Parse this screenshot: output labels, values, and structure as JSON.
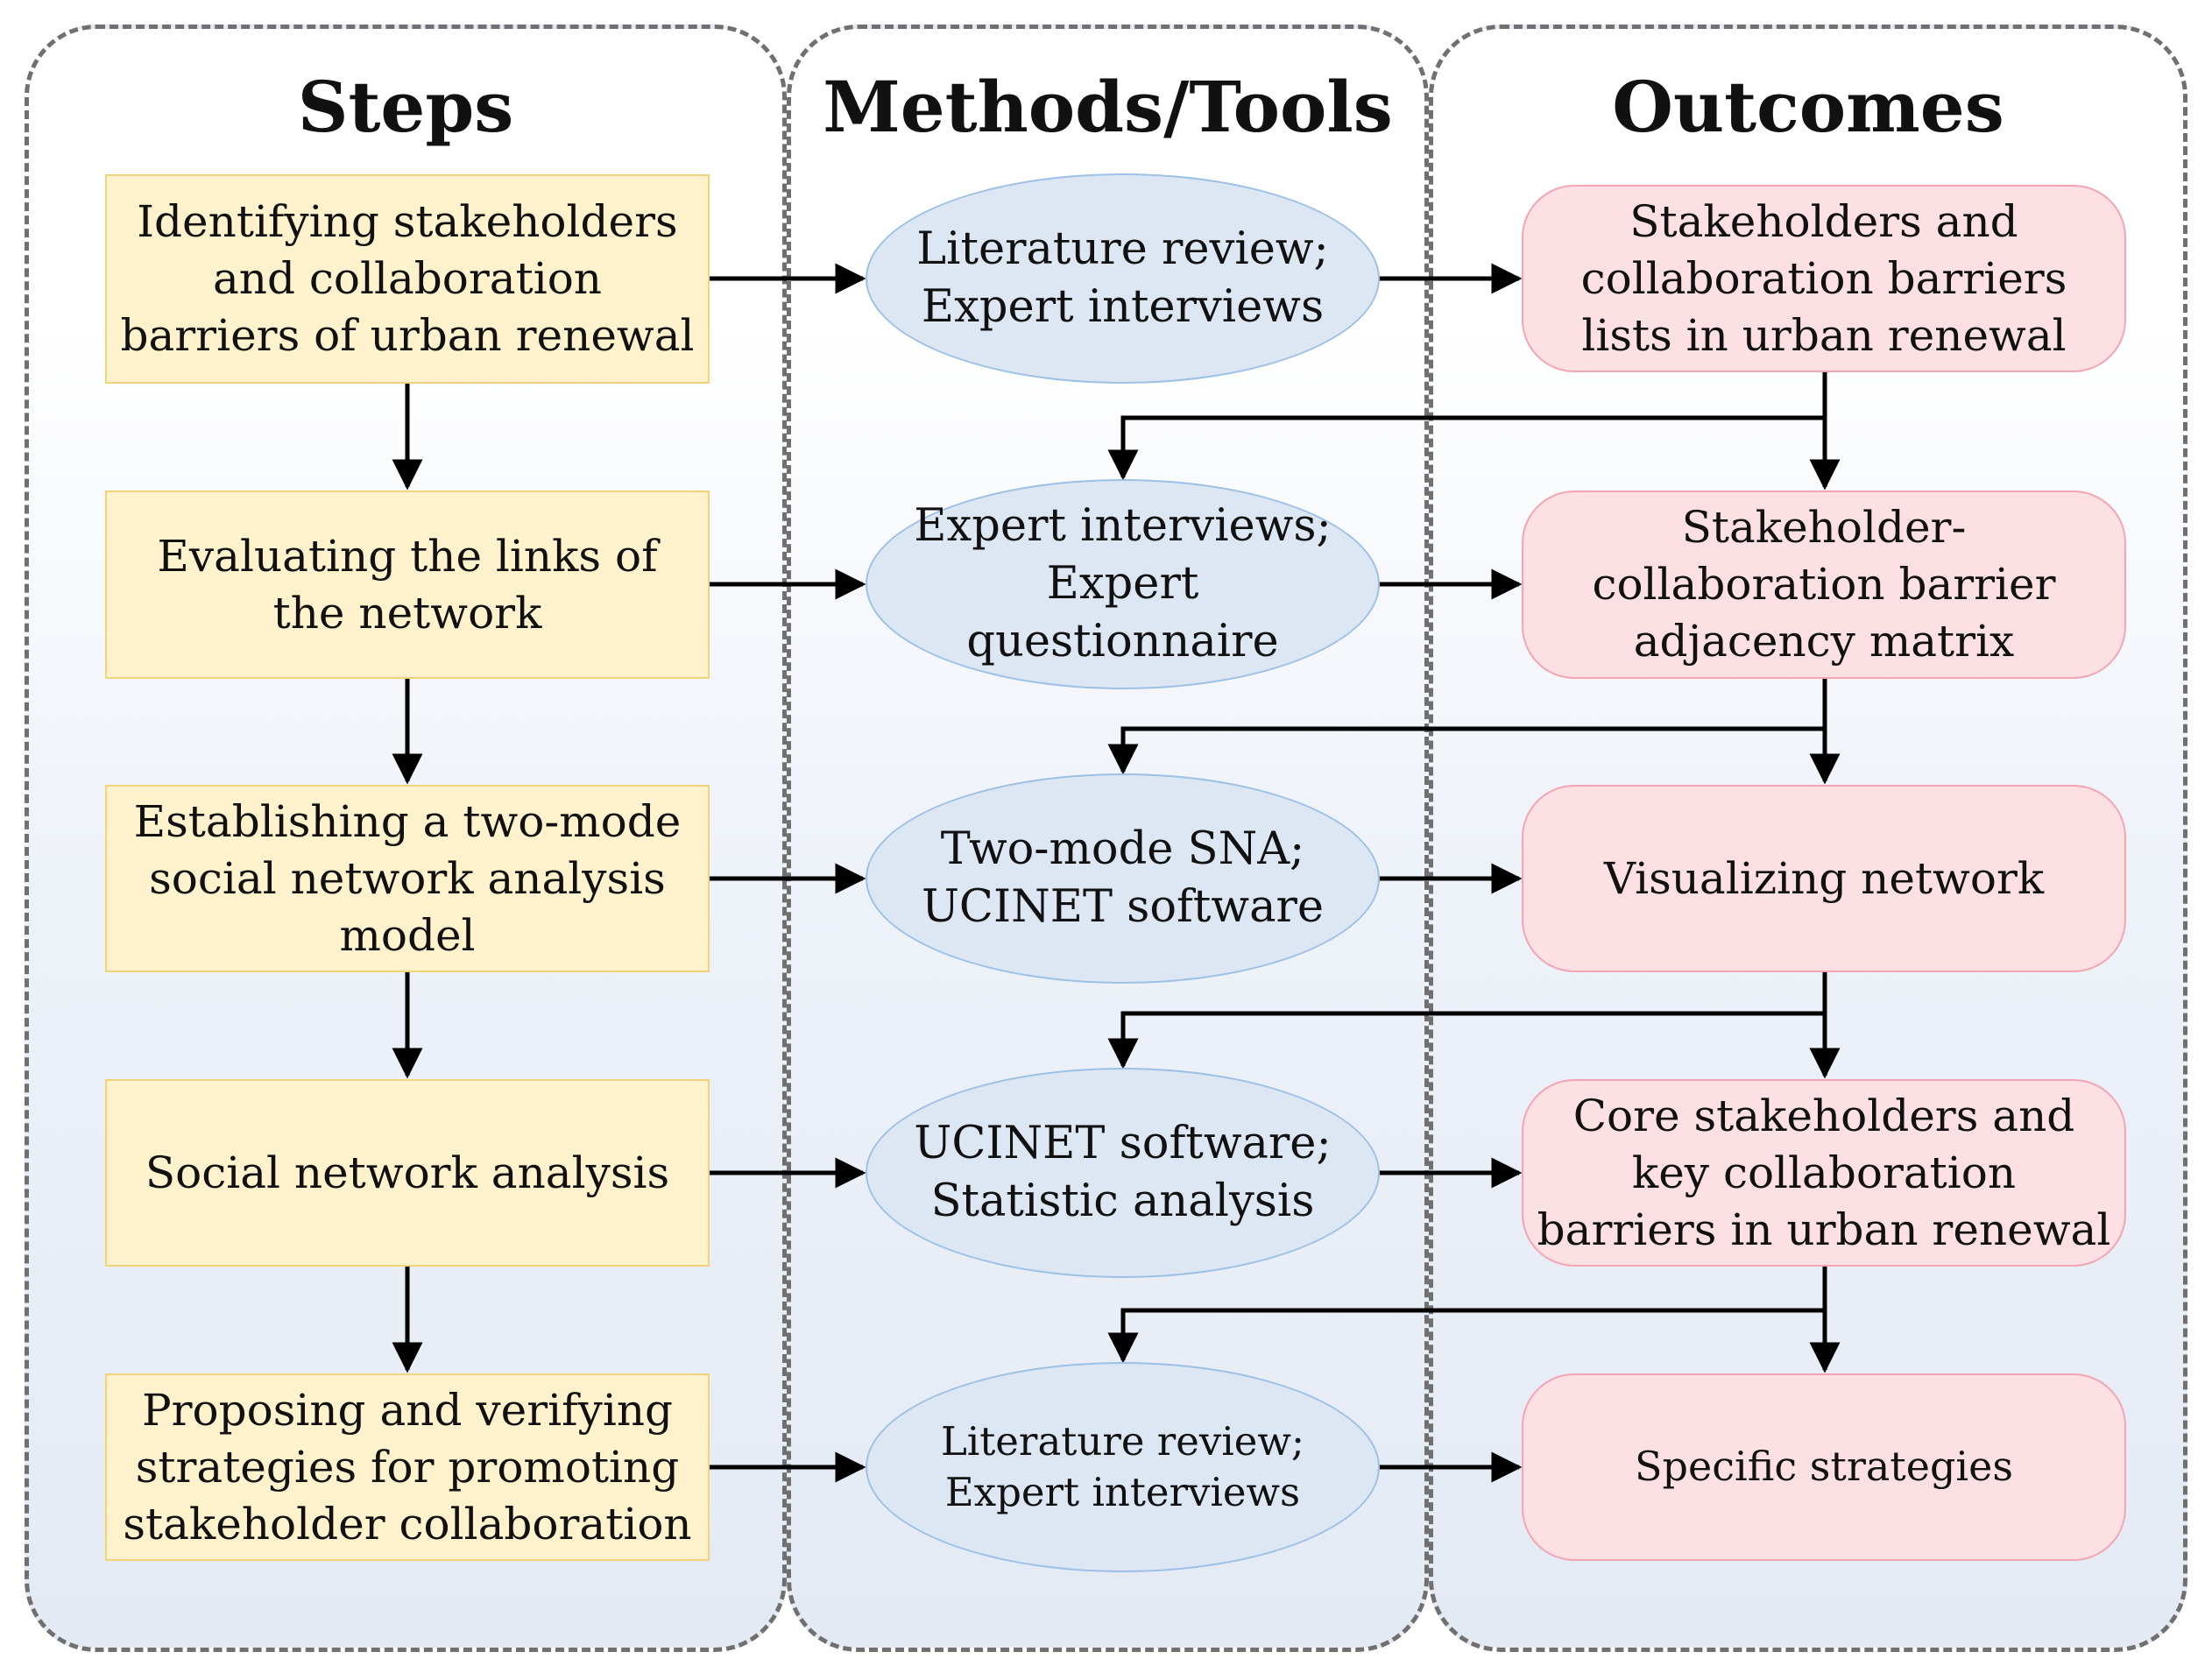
{
  "columns": {
    "steps": "Steps",
    "methods": "Methods/Tools",
    "outcomes": "Outcomes"
  },
  "steps": [
    "Identifying stakeholders and collaboration barriers of urban renewal",
    "Evaluating the links of the network",
    "Establishing a two-mode social network analysis model",
    "Social network analysis",
    "Proposing and verifying strategies for promoting stakeholder collaboration"
  ],
  "methods": [
    "Literature review; Expert interviews",
    "Expert interviews; Expert questionnaire",
    "Two-mode SNA; UCINET software",
    "UCINET software; Statistic analysis",
    "Literature review; Expert interviews"
  ],
  "outcomes": [
    "Stakeholders and collaboration barriers lists in urban renewal",
    "Stakeholder- collaboration barrier adjacency matrix",
    "Visualizing network",
    "Core stakeholders and key collaboration barriers in urban renewal",
    "Specific strategies"
  ],
  "colors": {
    "step_fill": "#fff2cc",
    "method_fill": "#dde7f3",
    "outcome_fill": "#fde0e4",
    "arrow": "#000000",
    "panel_border": "#707070"
  }
}
